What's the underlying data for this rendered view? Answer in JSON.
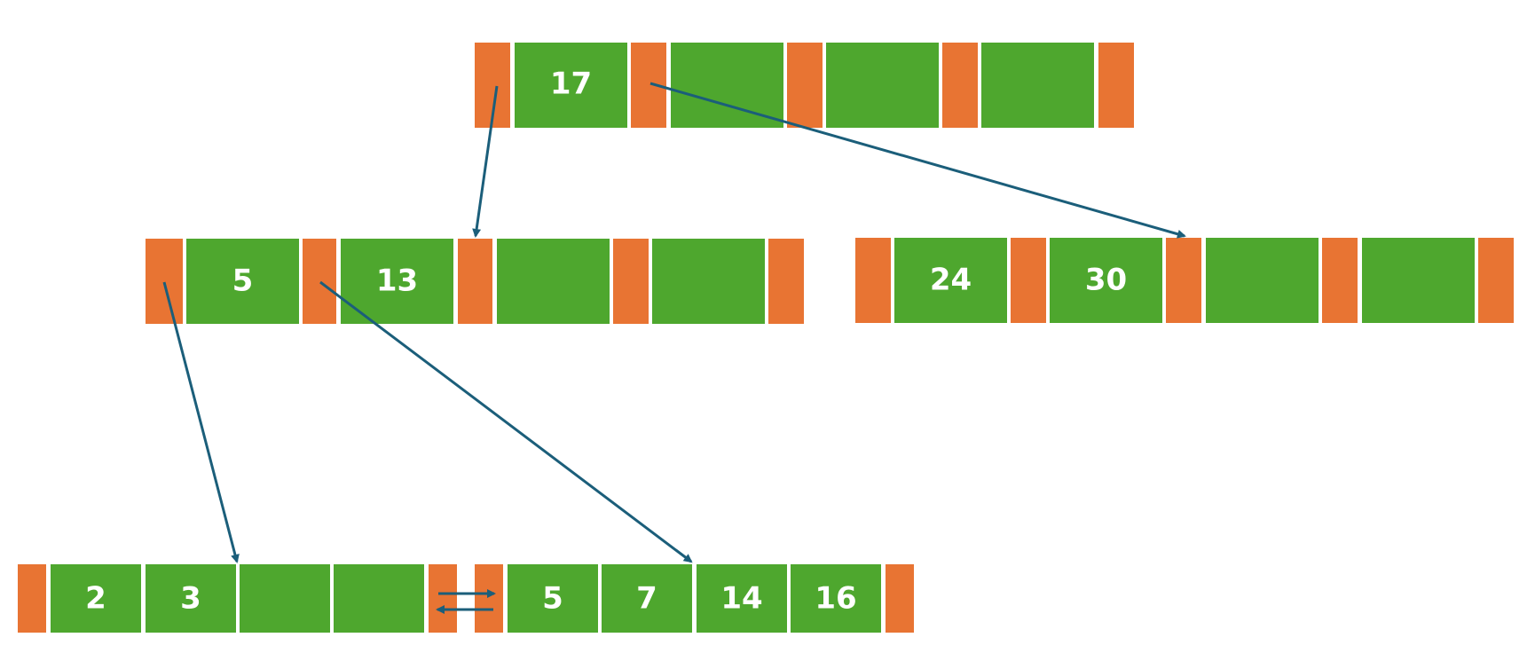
{
  "colors": {
    "pointer": "#E87433",
    "key": "#4EA72E",
    "arrow": "#1B5E7A",
    "label": "#ffffff"
  },
  "tree": {
    "root": {
      "keys": [
        "17",
        "",
        "",
        ""
      ]
    },
    "internal_left": {
      "keys": [
        "5",
        "13",
        "",
        ""
      ]
    },
    "internal_right": {
      "keys": [
        "24",
        "30",
        "",
        ""
      ]
    },
    "leaf_1": {
      "keys": [
        "2",
        "3",
        "",
        ""
      ]
    },
    "leaf_2": {
      "keys": [
        "5",
        "7",
        "14",
        "16"
      ]
    }
  }
}
